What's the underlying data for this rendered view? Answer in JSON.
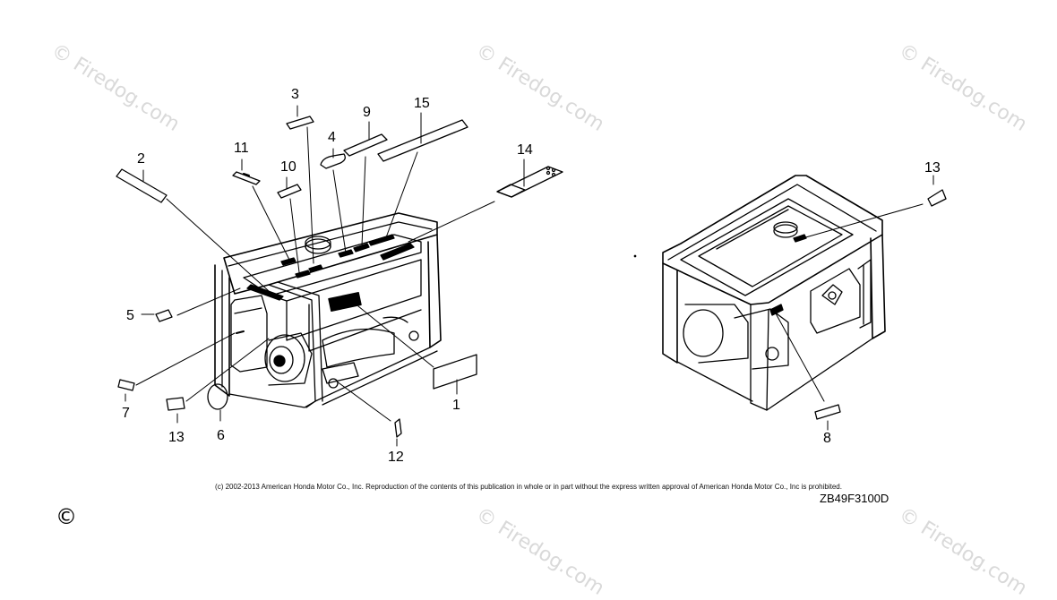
{
  "watermark": "© Firedog.com",
  "callouts": {
    "c1": "1",
    "c2": "2",
    "c3": "3",
    "c4": "4",
    "c5": "5",
    "c6": "6",
    "c7": "7",
    "c8": "8",
    "c9": "9",
    "c10": "10",
    "c11": "11",
    "c12": "12",
    "c13a": "13",
    "c13b": "13",
    "c14": "14",
    "c15": "15"
  },
  "footer": {
    "copyright": "(c) 2002-2013 American Honda Motor Co., Inc. Reproduction of the contents of this publication in whole or in part without the express written approval of American Honda Motor Co., Inc is prohibited.",
    "diagram_code": "ZB49F3100D",
    "corner_mark": "©"
  },
  "colors": {
    "line": "#000000",
    "watermark": "#d9d9d9"
  }
}
